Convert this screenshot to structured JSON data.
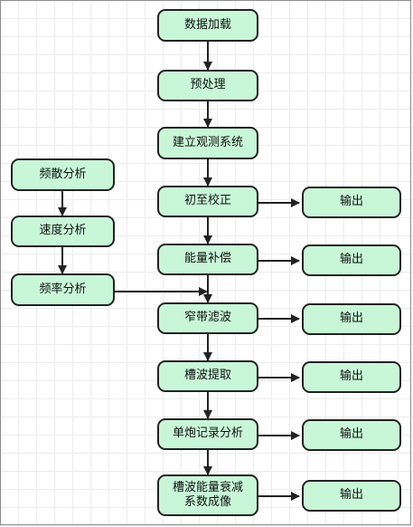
{
  "colors": {
    "node_fill": "#c8f7d8",
    "node_border": "#222222",
    "arrow": "#222222",
    "grid": "#ececec"
  },
  "nodes": {
    "load": "数据加载",
    "preprocess": "预处理",
    "build_system": "建立观测系统",
    "first_break": "初至校正",
    "energy_comp": "能量补偿",
    "narrowband": "窄带滤波",
    "channel_wave": "槽波提取",
    "single_shot": "单炮记录分析",
    "attenuation_line1": "槽波能量衰减",
    "attenuation_line2": "系数成像",
    "freq_disp": "频散分析",
    "velocity": "速度分析",
    "frequency": "频率分析",
    "output1": "输出",
    "output2": "输出",
    "output3": "输出",
    "output4": "输出",
    "output5": "输出",
    "output6": "输出"
  }
}
